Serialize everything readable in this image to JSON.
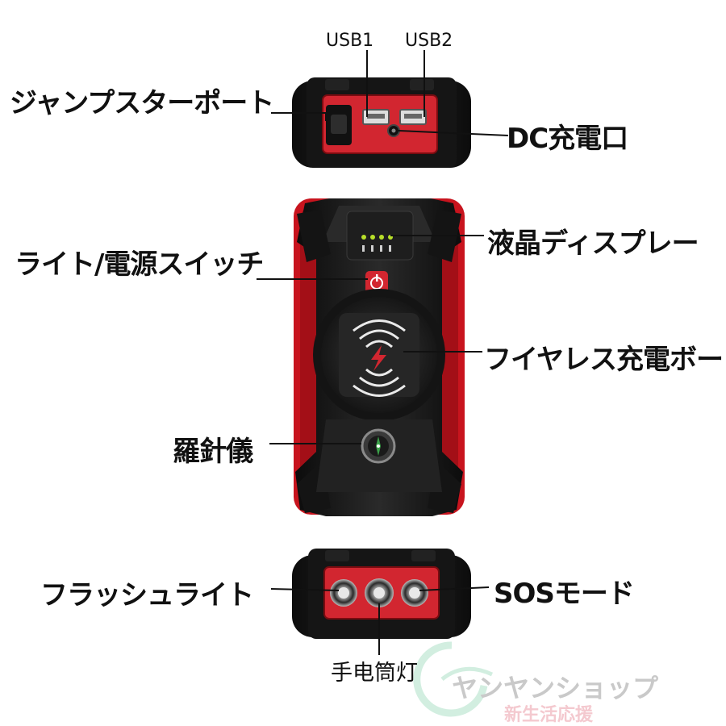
{
  "labels": {
    "jump_starter_port": "ジャンプスターポート",
    "usb1": "USB1",
    "usb2": "USB2",
    "dc_port": "DC充電口",
    "lcd_display": "液晶ディスプレー",
    "light_power_switch": "ライト/電源スイッチ",
    "wireless_pad": "フイヤレス充電ボード",
    "compass": "羅針儀",
    "flashlight": "フラッシュライト",
    "sos_mode": "SOSモード",
    "flashlight_cn": "手电筒灯"
  },
  "watermark": {
    "shop_name": "ヤンヤンショップ",
    "subtitle": "新生活応援"
  },
  "colors": {
    "device_black": "#1a1a1a",
    "device_red": "#c8141e",
    "panel_red": "#d22630",
    "led_green": "#b8e02a"
  }
}
